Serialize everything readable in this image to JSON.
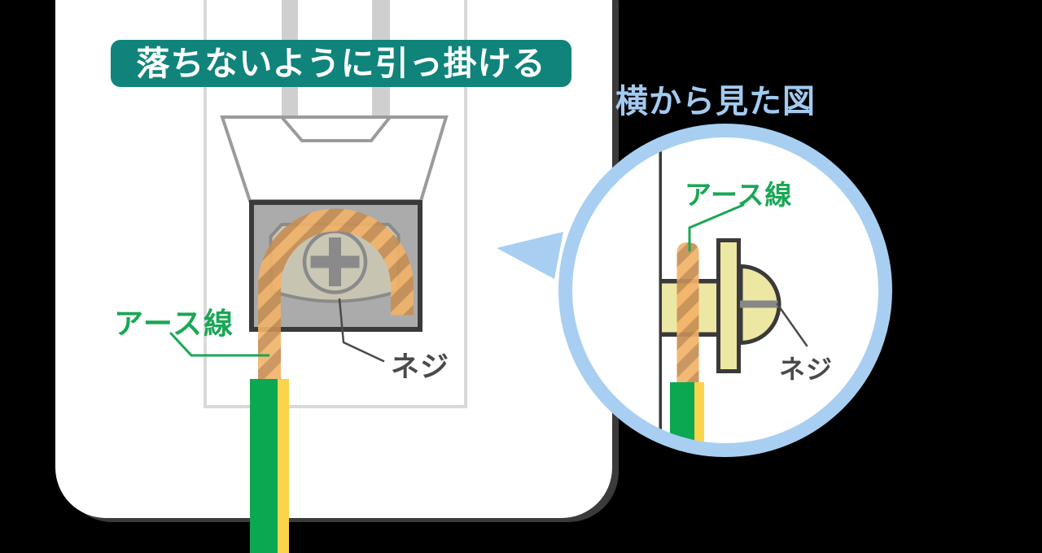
{
  "scene": {
    "banner": "落ちないように引っ掛ける",
    "side_view_title": "横から見た図"
  },
  "front_view": {
    "earth_wire_label": "アース線",
    "screw_label": "ネジ"
  },
  "side_view": {
    "earth_wire_label": "アース線",
    "screw_label": "ネジ"
  },
  "colors": {
    "background": "#000000",
    "faceplate_white": "#FFFFFF",
    "faceplate_shadow": "#3B3B3B",
    "banner_teal": "#10847B",
    "banner_text": "#FFFFFF",
    "cover_outline_gray": "#9B9B9B",
    "body_outline_gray": "#D9D9D9",
    "prong_gray": "#CFCFCF",
    "terminal_box_fill": "#ABABAB",
    "dark_outline": "#3A3A3A",
    "terminal_plate_fill": "#C8C4B2",
    "terminal_plate_stroke": "#8A8A8A",
    "wire_copper_light": "#F2B267",
    "wire_copper_dark": "#C68E52",
    "wire_sheath_green": "#0CA751",
    "wire_sheath_yellow": "#FBD44C",
    "label_green": "#1AA755",
    "label_dark_gray": "#4A4A4A",
    "callout_blue": "#A8CFF2",
    "side_title_blue": "#A2CAF0",
    "side_cream": "#EDE7A4",
    "screw_slot_gray": "#878787"
  }
}
